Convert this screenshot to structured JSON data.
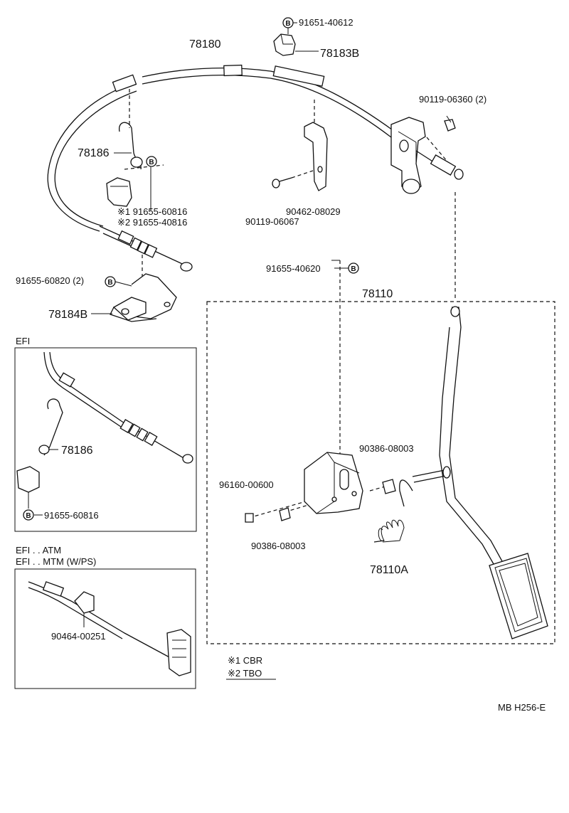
{
  "labels": {
    "p78180": "78180",
    "p91651_40612": "91651-40612",
    "p78183B": "78183B",
    "p90119_06360": "90119-06360 (2)",
    "p78186": "78186",
    "p91655_60816_1": "※1 91655-60816",
    "p91655_40816_2": "※2 91655-40816",
    "p90462_08029": "90462-08029",
    "p90119_06067": "90119-06067",
    "p91655_60820": "91655-60820 (2)",
    "p78184B": "78184B",
    "p91655_40620": "91655-40620",
    "p78110": "78110",
    "efi_title": "EFI",
    "efi_78186": "78186",
    "efi_91655_60816": "91655-60816",
    "efi_atm": "EFI . . ATM",
    "efi_mtm": "EFI . . MTM (W/PS)",
    "p90464_00251": "90464-00251",
    "p90386_08003_a": "90386-08003",
    "p96160_00600": "96160-00600",
    "p90386_08003_b": "90386-08003",
    "p78110A": "78110A",
    "legend_1": "※1 CBR",
    "legend_2": "※2 TBO",
    "footer_code": "MB  H256-E",
    "badge": "B"
  }
}
